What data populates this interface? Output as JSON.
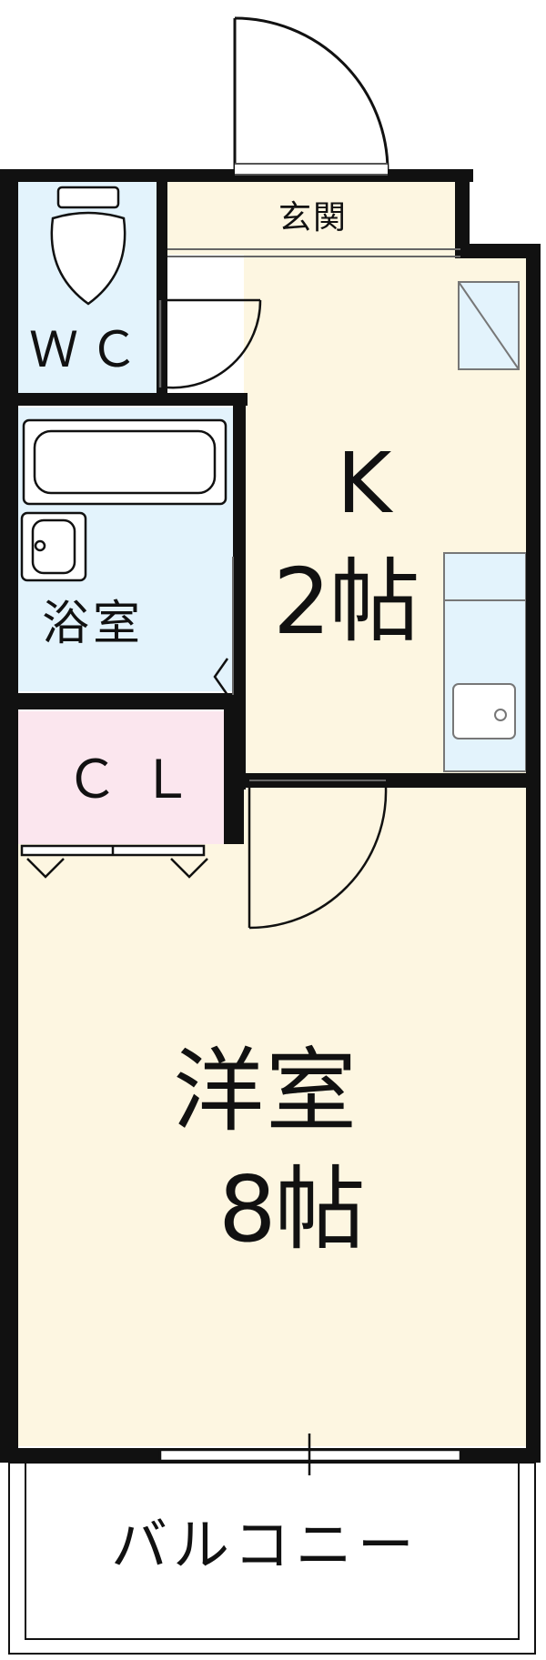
{
  "floor_plan": {
    "rooms": {
      "entrance": {
        "label": "玄関"
      },
      "wc": {
        "label": "ＷＣ"
      },
      "kitchen": {
        "label": "K",
        "size": "2帖"
      },
      "bathroom": {
        "label": "浴室"
      },
      "closet": {
        "label": "ＣＬ"
      },
      "western_room": {
        "label": "洋室",
        "size": "8帖"
      },
      "balcony": {
        "label": "バルコニー"
      }
    },
    "colors": {
      "wall": "#111111",
      "entrance_kitchen_western_fill": "#fdf6e1",
      "wet_area_fill": "#e3f3fc",
      "closet_fill": "#fbe6ee",
      "balcony_fill": "#ffffff"
    }
  }
}
